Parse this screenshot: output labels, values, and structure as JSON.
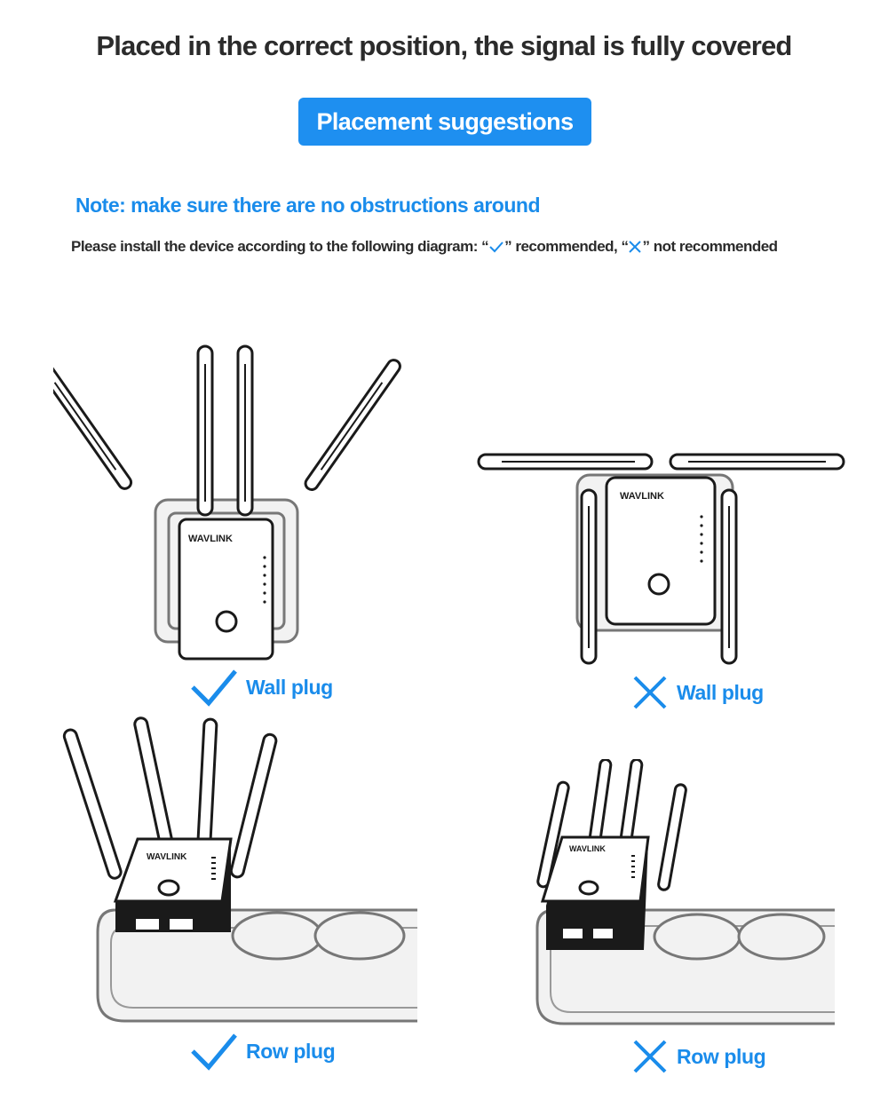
{
  "header": {
    "title": "Placed in the correct position, the signal is fully covered",
    "badge": "Placement suggestions"
  },
  "note": "Note: make sure there are no obstructions around",
  "instruction": {
    "prefix": "Please install the device according to the following diagram: “",
    "recommended_suffix": "” recommended, “",
    "not_recommended_suffix": "” not recommended"
  },
  "brand": "WAVLINK",
  "panels": [
    {
      "label": "Wall plug",
      "status": "recommended",
      "icon": "check-icon"
    },
    {
      "label": "Wall plug",
      "status": "not-recommended",
      "icon": "cross-icon"
    },
    {
      "label": "Row plug",
      "status": "recommended",
      "icon": "check-icon"
    },
    {
      "label": "Row plug",
      "status": "not-recommended",
      "icon": "cross-icon"
    }
  ],
  "colors": {
    "accent": "#1e8ff0",
    "text": "#2b2b2b"
  }
}
